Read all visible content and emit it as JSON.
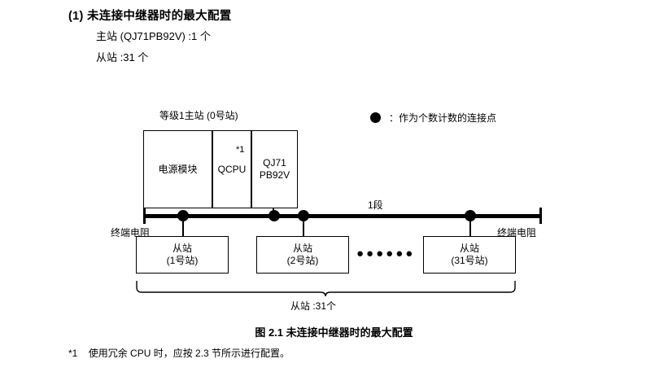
{
  "heading": {
    "number": "(1)",
    "title": "未连接中继器时的最大配置"
  },
  "spec_lines": {
    "master": "主站 (QJ71PB92V) :1 个",
    "slave": "从站 :31 个"
  },
  "legend": {
    "marker": "filled-circle",
    "text": "：作为个数计数的连接点"
  },
  "diagram": {
    "master_group_caption": "等级1主站 (0号站)",
    "power_module_label": "电源模块",
    "cpu_label": "QCPU",
    "network_module_label": "QJ71\nPB92V",
    "network_module_line1": "QJ71",
    "network_module_line2": "PB92V",
    "footnote_mark_on_module": "*1",
    "segment_label": "1段",
    "terminator_left": "终端电阻",
    "terminator_right": "终端电阻",
    "ellipsis": "●●●●●●",
    "slaves": [
      {
        "name": "从站",
        "station": "(1号站)"
      },
      {
        "name": "从站",
        "station": "(2号站)"
      },
      {
        "name": "从站",
        "station": "(31号站)"
      }
    ],
    "brace_label": "从站 :31个"
  },
  "figure_caption": "图 2.1  未连接中继器时的最大配置",
  "footnote": {
    "mark": "*1",
    "text": "使用冗余 CPU 时，应按 2.3 节所示进行配置。"
  },
  "colors": {
    "ink": "#000000",
    "page": "#ffffff"
  }
}
